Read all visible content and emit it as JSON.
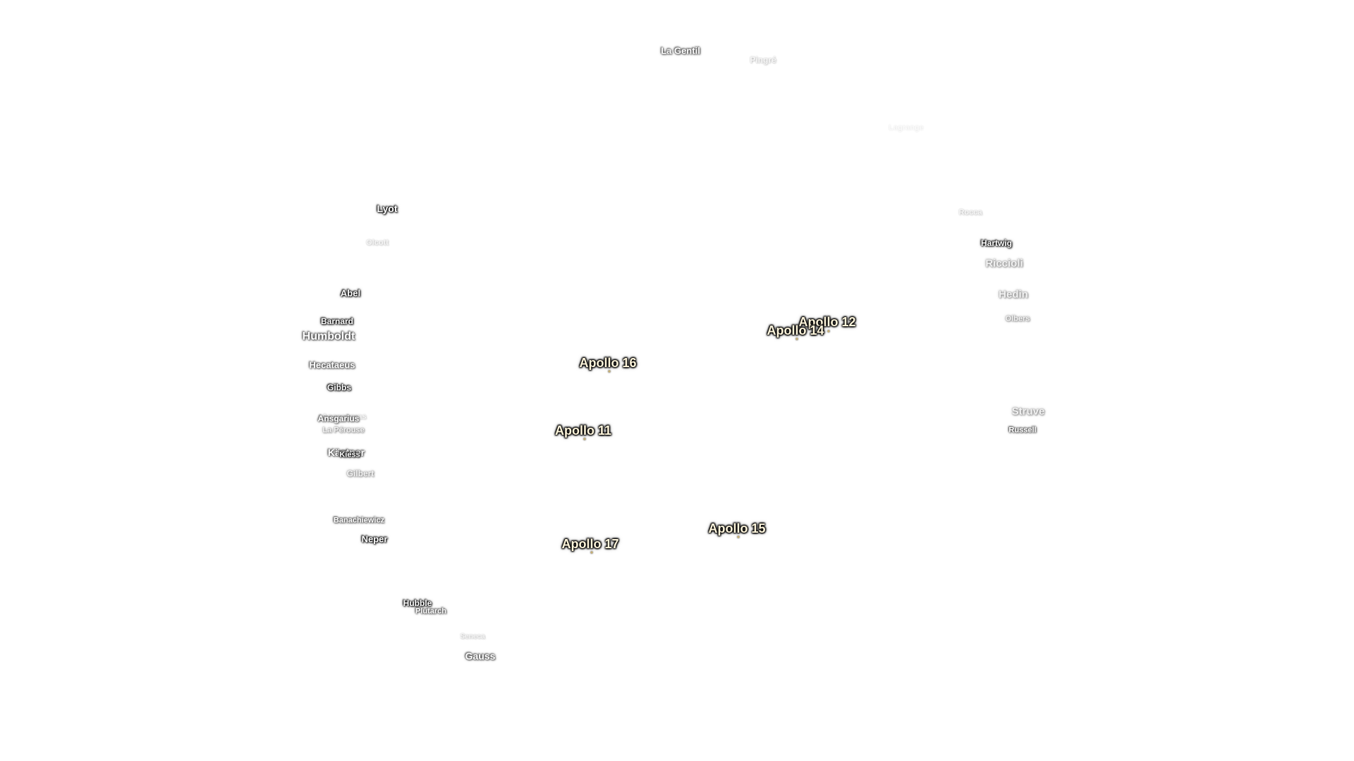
{
  "crater_labels": [
    {
      "name": "La Gentil",
      "tier": 2
    },
    {
      "name": "Pingré",
      "tier": 4
    },
    {
      "name": "Lagrange",
      "tier": 5
    },
    {
      "name": "Lyot",
      "tier": 1
    },
    {
      "name": "Olcott",
      "tier": 4
    },
    {
      "name": "Rocca",
      "tier": 4
    },
    {
      "name": "Hartwig",
      "tier": 1
    },
    {
      "name": "Riccioli",
      "tier": 3
    },
    {
      "name": "Abel",
      "tier": 1
    },
    {
      "name": "Hedin",
      "tier": 3
    },
    {
      "name": "Olbers",
      "tier": 3
    },
    {
      "name": "Barnard",
      "tier": 1
    },
    {
      "name": "Humboldt",
      "tier": 2
    },
    {
      "name": "Hecataeus",
      "tier": 2
    },
    {
      "name": "Gibbs",
      "tier": 1
    },
    {
      "name": "Struve",
      "tier": 3
    },
    {
      "name": "Anaxagoras",
      "tier": 4
    },
    {
      "name": "Russell",
      "tier": 2
    },
    {
      "name": "Ansgarius",
      "tier": 2
    },
    {
      "name": "La Pérouse",
      "tier": 3
    },
    {
      "name": "Kästner",
      "tier": 2
    },
    {
      "name": "Kiess",
      "tier": 1
    },
    {
      "name": "Gilbert",
      "tier": 3
    },
    {
      "name": "Banachiewicz",
      "tier": 2
    },
    {
      "name": "Neper",
      "tier": 1
    },
    {
      "name": "Hubble",
      "tier": 1
    },
    {
      "name": "Plutarch",
      "tier": 2
    },
    {
      "name": "Seneca",
      "tier": 4
    },
    {
      "name": "Gauss",
      "tier": 2
    }
  ],
  "apollo_sites": [
    {
      "name": "Apollo 12"
    },
    {
      "name": "Apollo 14"
    },
    {
      "name": "Apollo 16"
    },
    {
      "name": "Apollo 11"
    },
    {
      "name": "Apollo 15"
    },
    {
      "name": "Apollo 17"
    }
  ],
  "colors": {
    "background": "#ffffff",
    "apollo_text": "#fff6dc",
    "site_dot": "#c8b070"
  }
}
